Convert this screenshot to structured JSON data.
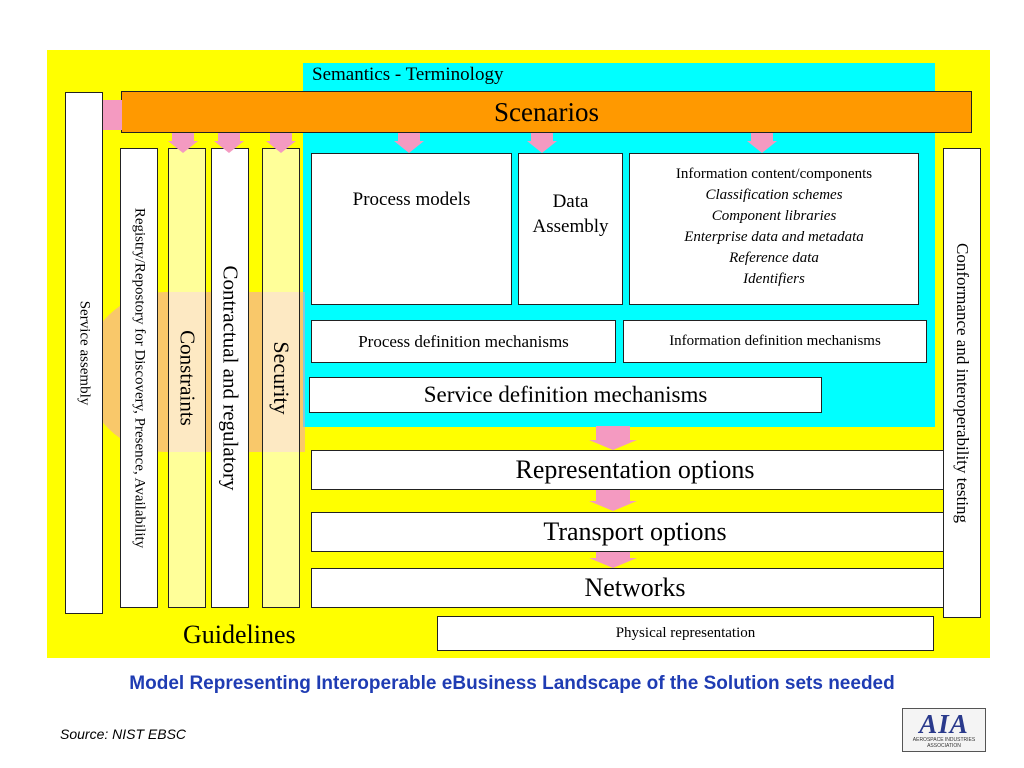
{
  "colors": {
    "background_panel": "#ffff00",
    "semantics_panel": "#00ffff",
    "scenarios_bar": "#ff9900",
    "arrows": "#f49ac1",
    "caption": "#1f3cb3"
  },
  "diagram": {
    "semantics_label": "Semantics - Terminology",
    "scenarios_label": "Scenarios",
    "service_assembly": "Service assembly",
    "registry": "Registry/Repostory for Discovery, Presence, Availability",
    "constraints": "Constraints",
    "contractual": "Contractual and regulatory",
    "security": "Security",
    "process_models": "Process models",
    "data_assembly": "Data Assembly",
    "information_content": {
      "title": "Information content/components",
      "items": [
        "Classification schemes",
        "Component libraries",
        "Enterprise data and metadata",
        "Reference data",
        "Identifiers"
      ]
    },
    "process_definition": "Process definition mechanisms",
    "information_definition": "Information definition mechanisms",
    "service_definition": "Service definition mechanisms",
    "representation_options": "Representation options",
    "transport_options": "Transport options",
    "networks": "Networks",
    "conformance": "Conformance and interoperability testing",
    "guidelines": "Guidelines",
    "physical_representation": "Physical representation"
  },
  "caption": "Model Representing Interoperable eBusiness Landscape of the Solution sets needed",
  "source": "Source:  NIST EBSC",
  "logo": {
    "letters": "AIA",
    "subtitle": "AEROSPACE INDUSTRIES ASSOCIATION"
  }
}
